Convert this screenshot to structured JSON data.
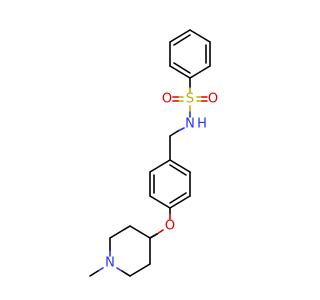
{
  "molecule": {
    "atoms": {
      "sulfur": "S",
      "oxygen_left": "O",
      "oxygen_right": "O",
      "sulfonamide_nitrogen": "N",
      "sulfonamide_hydrogen": "H",
      "ether_oxygen": "O",
      "piperidine_nitrogen": "N"
    },
    "colors": {
      "carbon_bond": "#000000",
      "sulfur": "#b3b300",
      "oxygen": "#e00000",
      "nitrogen": "#2233ff"
    }
  }
}
